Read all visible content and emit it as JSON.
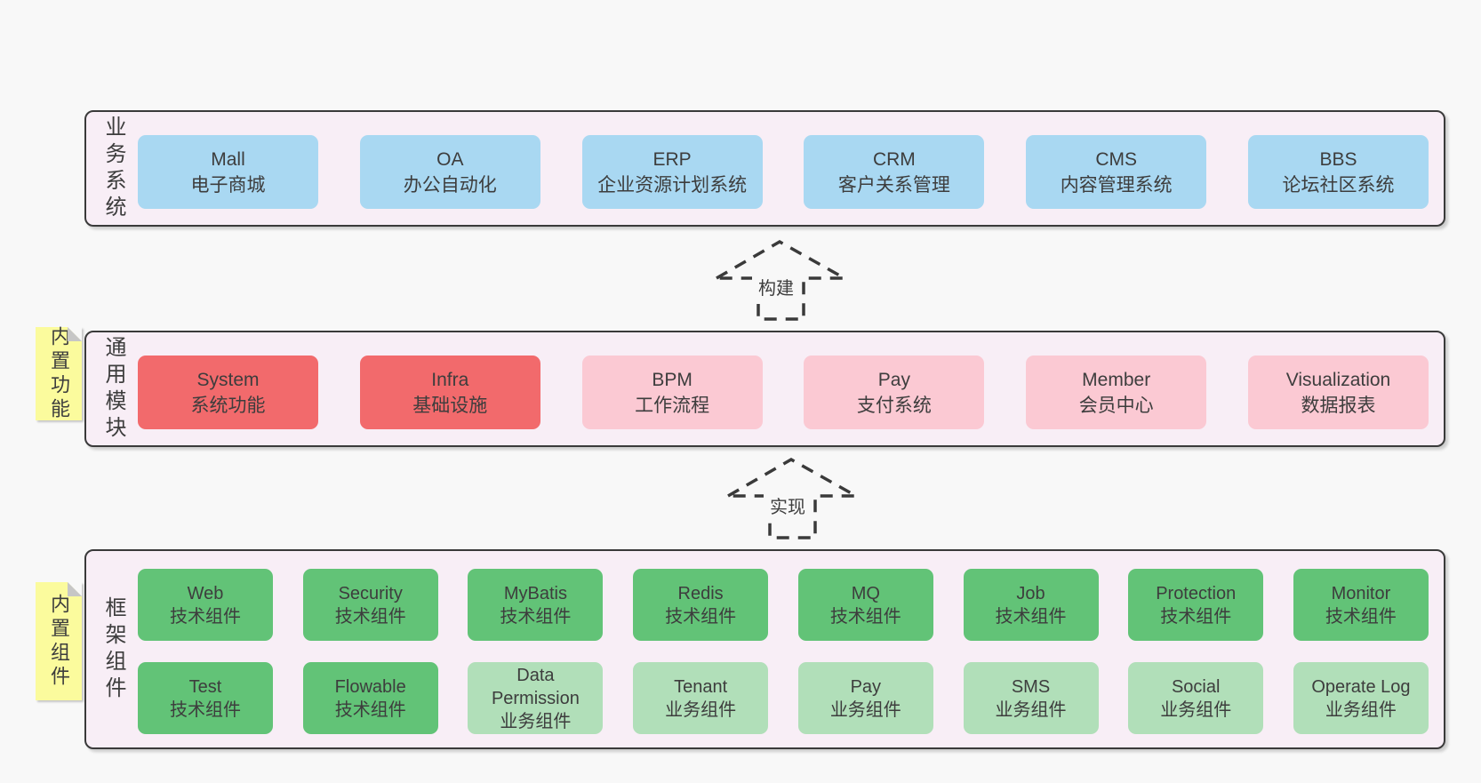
{
  "colors": {
    "page_bg": "#f8f8f8",
    "container_bg": "#f8eef6",
    "container_border": "#3a3a3a",
    "box_blue": "#a9d8f2",
    "box_red": "#f26a6c",
    "box_pink": "#fbc9d3",
    "box_green": "#62c377",
    "box_light_green": "#b1dfb9",
    "note_yellow": "#fbfb9d",
    "note_fold_gray": "#c6c6c6",
    "text": "#3d3d3d"
  },
  "arrows": {
    "build": "构建",
    "implement": "实现"
  },
  "layers": {
    "business": {
      "label": "业务系统",
      "boxes": [
        {
          "title": "Mall",
          "subtitle": "电子商城"
        },
        {
          "title": "OA",
          "subtitle": "办公自动化"
        },
        {
          "title": "ERP",
          "subtitle": "企业资源计划系统"
        },
        {
          "title": "CRM",
          "subtitle": "客户关系管理"
        },
        {
          "title": "CMS",
          "subtitle": "内容管理系统"
        },
        {
          "title": "BBS",
          "subtitle": "论坛社区系统"
        }
      ]
    },
    "modules": {
      "label": "通用模块",
      "note": "内置功能",
      "boxes": [
        {
          "title": "System",
          "subtitle": "系统功能"
        },
        {
          "title": "Infra",
          "subtitle": "基础设施"
        },
        {
          "title": "BPM",
          "subtitle": "工作流程"
        },
        {
          "title": "Pay",
          "subtitle": "支付系统"
        },
        {
          "title": "Member",
          "subtitle": "会员中心"
        },
        {
          "title": "Visualization",
          "subtitle": "数据报表"
        }
      ]
    },
    "components": {
      "label": "框架组件",
      "note": "内置组件",
      "row1": [
        {
          "title": "Web",
          "subtitle": "技术组件"
        },
        {
          "title": "Security",
          "subtitle": "技术组件"
        },
        {
          "title": "MyBatis",
          "subtitle": "技术组件"
        },
        {
          "title": "Redis",
          "subtitle": "技术组件"
        },
        {
          "title": "MQ",
          "subtitle": "技术组件"
        },
        {
          "title": "Job",
          "subtitle": "技术组件"
        },
        {
          "title": "Protection",
          "subtitle": "技术组件"
        },
        {
          "title": "Monitor",
          "subtitle": "技术组件"
        }
      ],
      "row2": [
        {
          "title": "Test",
          "subtitle": "技术组件"
        },
        {
          "title": "Flowable",
          "subtitle": "技术组件"
        },
        {
          "title": "Data Permission",
          "subtitle": "业务组件"
        },
        {
          "title": "Tenant",
          "subtitle": "业务组件"
        },
        {
          "title": "Pay",
          "subtitle": "业务组件"
        },
        {
          "title": "SMS",
          "subtitle": "业务组件"
        },
        {
          "title": "Social",
          "subtitle": "业务组件"
        },
        {
          "title": "Operate Log",
          "subtitle": "业务组件"
        }
      ]
    }
  }
}
